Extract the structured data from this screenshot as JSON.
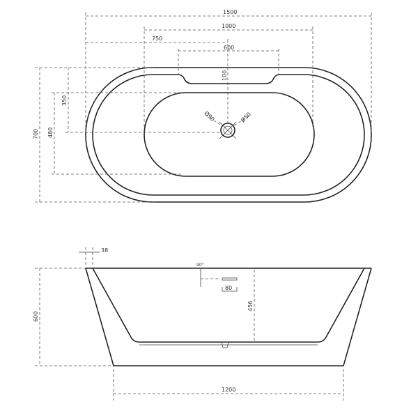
{
  "top_view": {
    "dim_total_length": "1500",
    "dim_inner_length": "1000",
    "dim_drain_offset": "750",
    "dim_headrest_width": "600",
    "dim_headrest_depth": "100",
    "dim_drain_depth": "350",
    "dim_inner_width": "480",
    "dim_total_width": "700",
    "drain_outer": "Ø90",
    "drain_inner": "Ø50"
  },
  "side_view": {
    "dim_rim": "38",
    "dim_height": "600",
    "dim_inner_depth": "456",
    "dim_overflow": "80",
    "dim_base_length": "1200",
    "angle": "90°"
  }
}
